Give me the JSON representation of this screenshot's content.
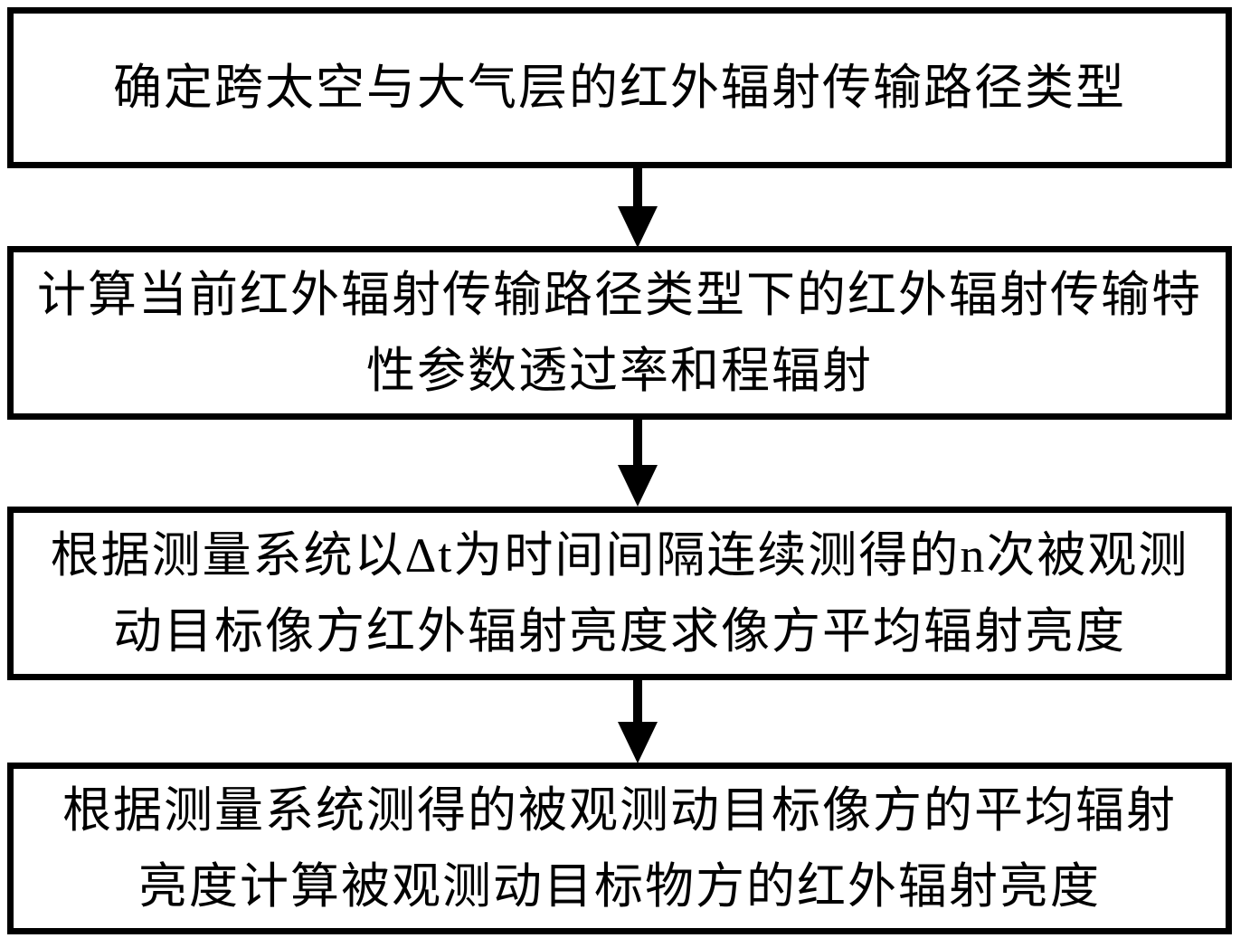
{
  "figure": {
    "type": "flowchart",
    "background_color": "#ffffff",
    "line_color": "#000000",
    "text_color": "#000000"
  },
  "boxes": [
    {
      "id": "step-1",
      "lines": [
        "确定跨太空与大气层的红外辐射传输路径类型"
      ]
    },
    {
      "id": "step-2",
      "lines": [
        "计算当前红外辐射传输路径类型下的红外辐射传输特",
        "性参数透过率和程辐射"
      ]
    },
    {
      "id": "step-3",
      "lines": [
        "根据测量系统以Δt为时间间隔连续测得的n次被观测",
        "动目标像方红外辐射亮度求像方平均辐射亮度"
      ]
    },
    {
      "id": "step-4",
      "lines": [
        "根据测量系统测得的被观测动目标像方的平均辐射",
        "亮度计算被观测动目标物方的红外辐射亮度"
      ]
    }
  ],
  "arrows": [
    {
      "from": "step-1",
      "to": "step-2",
      "direction": "down"
    },
    {
      "from": "step-2",
      "to": "step-3",
      "direction": "down"
    },
    {
      "from": "step-3",
      "to": "step-4",
      "direction": "down"
    }
  ]
}
